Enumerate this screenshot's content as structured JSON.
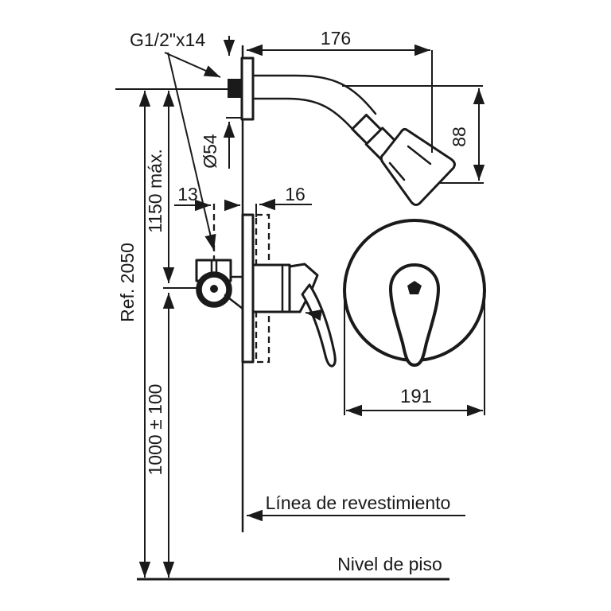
{
  "drawing": {
    "title": "Technical installation diagram of concealed shower mixer",
    "labels": {
      "thread": "G1/2\"x14",
      "arm_projection": "176",
      "head_drop": "88",
      "flange_diameter": "Ø54",
      "pipe_offset": "13",
      "body_projection": "16",
      "max_height": "1150 máx.",
      "reference": "Ref. 2050",
      "valve_height": "1000 ± 100",
      "plate_diameter": "191",
      "lining_line": "Línea de revestimiento",
      "floor_line": "Nivel de piso"
    },
    "colors": {
      "line": "#1a1a1a",
      "background": "#ffffff"
    }
  }
}
